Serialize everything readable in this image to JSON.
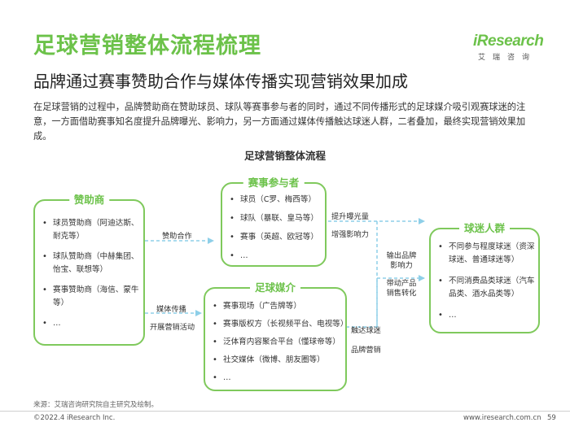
{
  "header": {
    "title": "足球营销整体流程梳理",
    "subtitle": "品牌通过赛事赞助合作与媒体传播实现营销效果加成",
    "logo_word": "iResearch",
    "logo_cn": "艾瑞咨询"
  },
  "intro": "在足球营销的过程中，品牌赞助商在赞助球员、球队等赛事参与者的同时，通过不同传播形式的足球媒介吸引观赛球迷的注意，一方面借助赛事知名度提升品牌曝光、影响力，另一方面通过媒体传播触达球迷人群，二者叠加，最终实现营销效果加成。",
  "diagram": {
    "title": "足球营销整体流程",
    "sponsor": {
      "title": "赞助商",
      "items": [
        "球员赞助商（阿迪达斯、耐克等）",
        "球队赞助商（中赫集团、怡宝、联想等）",
        "赛事赞助商（海信、蒙牛等）",
        "…"
      ]
    },
    "participants": {
      "title": "赛事参与者",
      "items": [
        "球员（C罗、梅西等）",
        "球队（暴联、皇马等）",
        "赛事（英超、欧冠等）",
        "…"
      ]
    },
    "media": {
      "title": "足球媒介",
      "items": [
        "赛事现场（广告牌等）",
        "赛事版权方（长视频平台、电视等）",
        "泛体育内容聚合平台（懂球帝等）",
        "社交媒体（微博、朋友圈等）",
        "…"
      ]
    },
    "fans": {
      "title": "球迷人群",
      "items": [
        "不同参与程度球迷（资深球迷、普通球迷等）",
        "不同消费品类球迷（汽车品类、酒水品类等）",
        "…"
      ]
    },
    "flows": {
      "sponsor_to_participants": "赞助合作",
      "sponsor_to_media_1": "媒体传播",
      "sponsor_to_media_2": "开展营销活动",
      "participants_to_fans_1": "提升曝光量",
      "participants_to_fans_2": "增强影响力",
      "participants_media_1": "输出品牌影响力",
      "participants_media_2": "带动产品销售转化",
      "media_to_fans_1": "触达球迷",
      "media_to_fans_2": "品牌营销"
    }
  },
  "footer": {
    "source": "来源：艾瑞咨询研究院自主研究及绘制。",
    "copyright": "©2022.4 iResearch Inc.",
    "website": "www.iresearch.com.cn",
    "page": "59"
  },
  "colors": {
    "accent": "#6cc24a",
    "box_border": "#7fc95c",
    "arrow": "#8ecfe8"
  }
}
